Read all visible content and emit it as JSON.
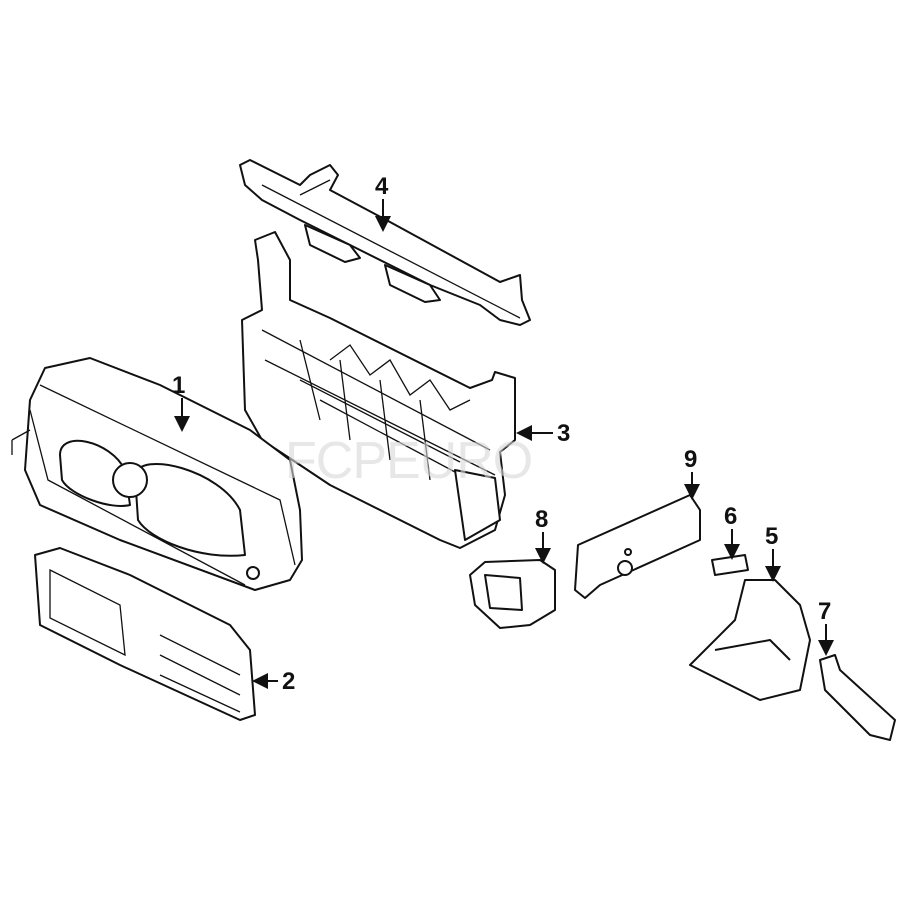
{
  "watermark": "FCPEURO",
  "callouts": [
    "1",
    "2",
    "3",
    "4",
    "5",
    "6",
    "7",
    "8",
    "9"
  ],
  "colors": {
    "line": "#111111",
    "watermark": "#d8d8d8"
  }
}
